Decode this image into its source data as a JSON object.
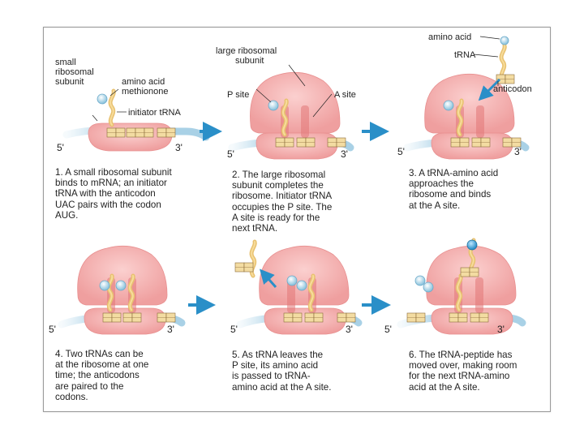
{
  "prime_5": "5'",
  "prime_3": "3'",
  "panels": [
    {
      "caption": "1. A small ribosomal subunit\nbinds to mRNA; an initiator\ntRNA with the anticodon\nUAC pairs with the codon\nAUG.",
      "labels": {
        "small_subunit": "small\nribosomal\nsubunit",
        "amino_acid": "amino acid\nmethionone",
        "initiator_trna": "initiator tRNA"
      }
    },
    {
      "caption": "2. The large ribosomal\nsubunit completes the\nribosome. Initiator tRNA\noccupies the P site. The\nA site is ready for the\nnext tRNA.",
      "labels": {
        "large_subunit": "large ribosomal\nsubunit",
        "p_site": "P site",
        "a_site": "A site"
      }
    },
    {
      "caption": "3. A tRNA-amino acid\napproaches the\nribosome and binds\nat the A site.",
      "labels": {
        "amino_acid": "amino acid",
        "trna": "tRNA",
        "anticodon": "anticodon"
      }
    },
    {
      "caption": "4. Two tRNAs can be\nat the ribosome at one\ntime; the anticodons\nare paired to the\ncodons."
    },
    {
      "caption": "5. As tRNA leaves the\nP site, its amino acid\nis passed to tRNA-\namino acid at the A site."
    },
    {
      "caption": "6. The tRNA-peptide has\nmoved over, making room\nfor the next tRNA-amino\nacid at the A site."
    }
  ],
  "colors": {
    "ribosome": "#f4a6a6",
    "ribosome_dark": "#e88a8a",
    "mrna": "#9fc9e0",
    "trna": "#e8c170",
    "amino_acid": "#b9dff0",
    "arrow": "#2a8fc8"
  }
}
